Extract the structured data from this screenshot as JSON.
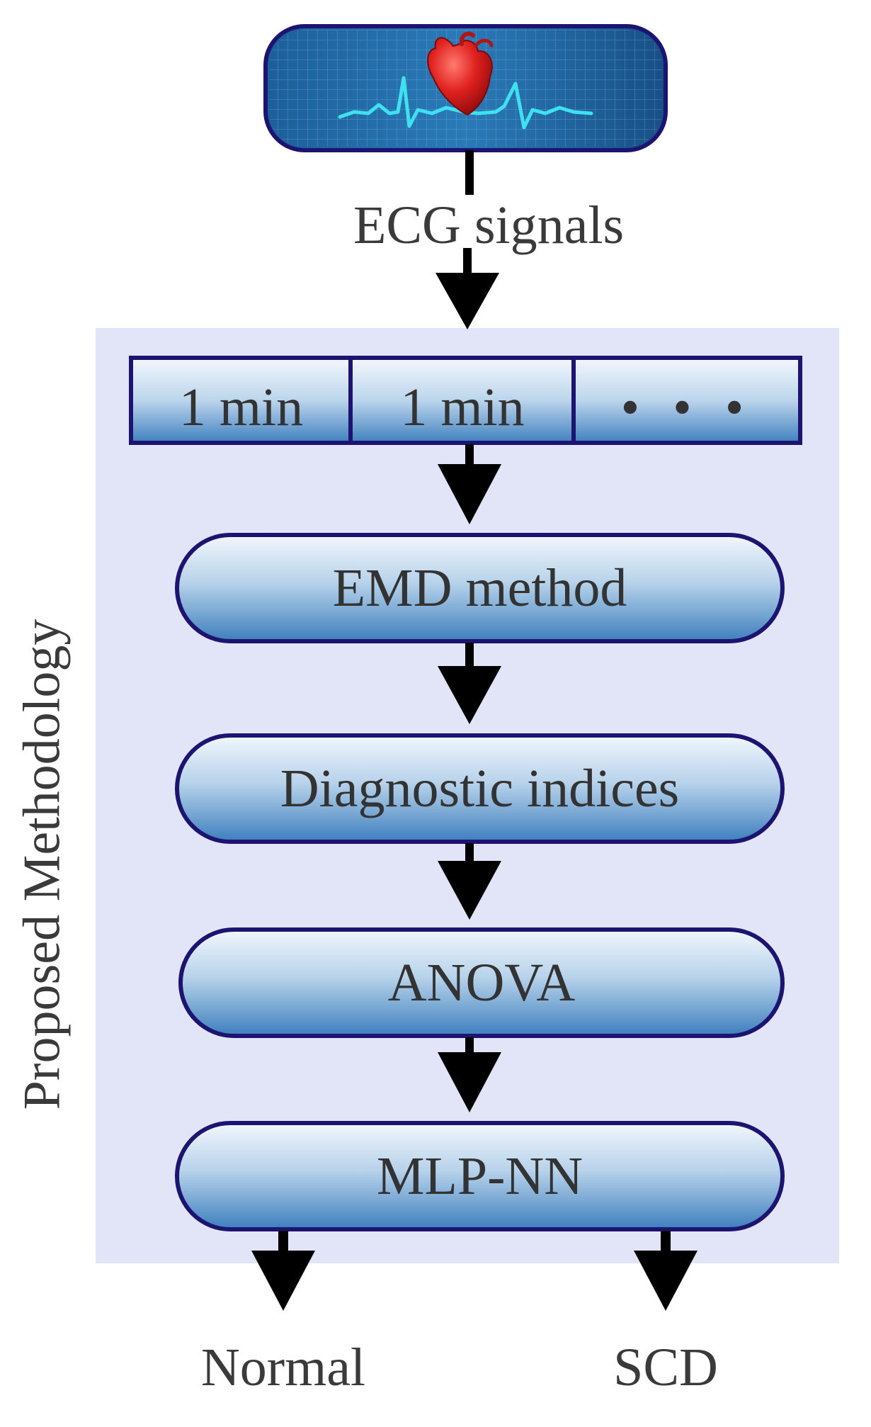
{
  "input": {
    "icon": "heart-ecg-icon",
    "label": "ECG signals"
  },
  "panel": {
    "side_label": "Proposed Methodology",
    "background": "#e1e5f7",
    "segments": [
      "1 min",
      "1 min",
      "• • •"
    ],
    "steps": [
      "EMD method",
      "Diagnostic indices",
      "ANOVA",
      "MLP-NN"
    ]
  },
  "outputs": [
    "Normal",
    "SCD"
  ],
  "colors": {
    "border": "#1c1470",
    "box_top": "#f2f7fc",
    "box_bottom": "#3d7fbe",
    "screen": "#1f6aa6",
    "ecg_trace": "#3fe0ef",
    "heart": "#e0211f",
    "arrow": "#000000"
  }
}
